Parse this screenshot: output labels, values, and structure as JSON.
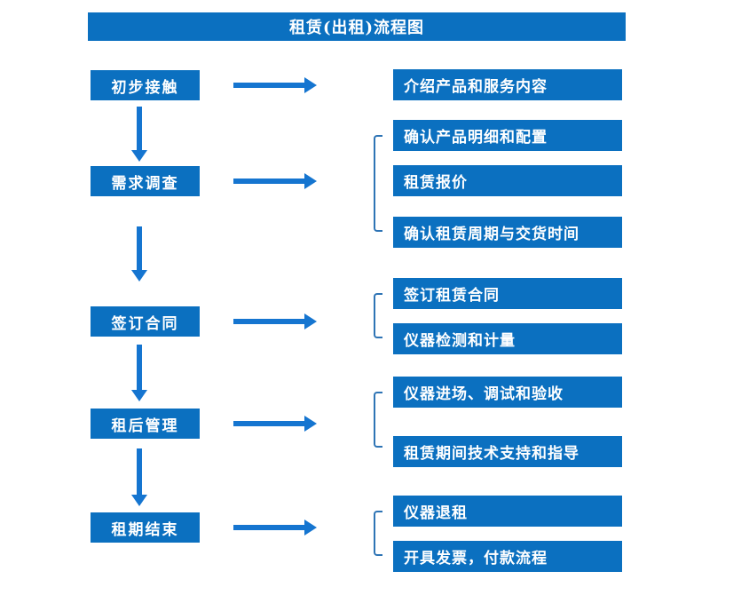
{
  "title": "租赁(出租)流程图",
  "colors": {
    "background": "#ffffff",
    "box": "#0b70c0",
    "arrow": "#1575d0",
    "bracket": "#2e74b5",
    "text": "#ffffff"
  },
  "steps": [
    {
      "label": "初步接触",
      "items": [
        "介绍产品和服务内容"
      ]
    },
    {
      "label": "需求调查",
      "items": [
        "确认产品明细和配置",
        "租赁报价",
        "确认租赁周期与交货时间"
      ]
    },
    {
      "label": "签订合同",
      "items": [
        "签订租赁合同",
        "仪器检测和计量"
      ]
    },
    {
      "label": "租后管理",
      "items": [
        "仪器进场、调试和验收",
        "租赁期间技术支持和指导"
      ]
    },
    {
      "label": "租期结束",
      "items": [
        "仪器退租",
        "开具发票，付款流程"
      ]
    }
  ]
}
